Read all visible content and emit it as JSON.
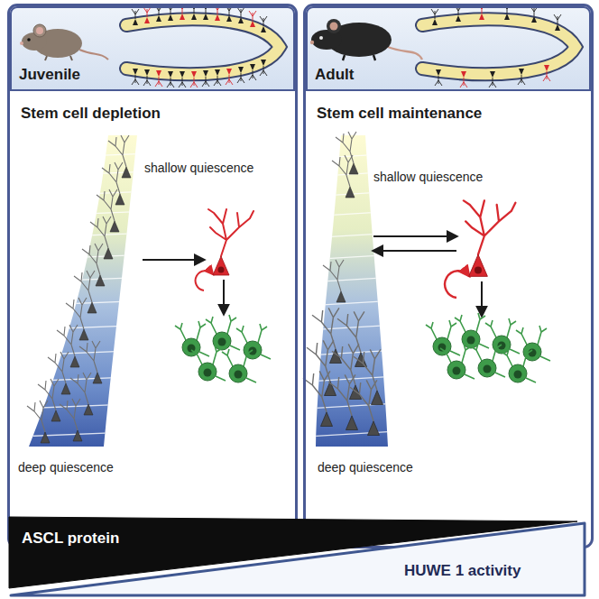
{
  "diagram": {
    "nodes": [
      {
        "text": [
          "Stem cell depletion"
        ]
      },
      {
        "text": [
          "Juvenile"
        ],
        "in": 0
      },
      {
        "text": [
          "Stem cell maintenance"
        ]
      },
      {
        "text": [
          "Adult"
        ],
        "in": 2
      },
      {
        "text": [
          "ASCL protein"
        ]
      },
      {
        "text": [
          "HUWE 1 activity"
        ]
      }
    ],
    "labels": [
      "shallow quiescence",
      "deep quiescence",
      "shallow quiescence",
      "deep quiescence"
    ]
  }
}
